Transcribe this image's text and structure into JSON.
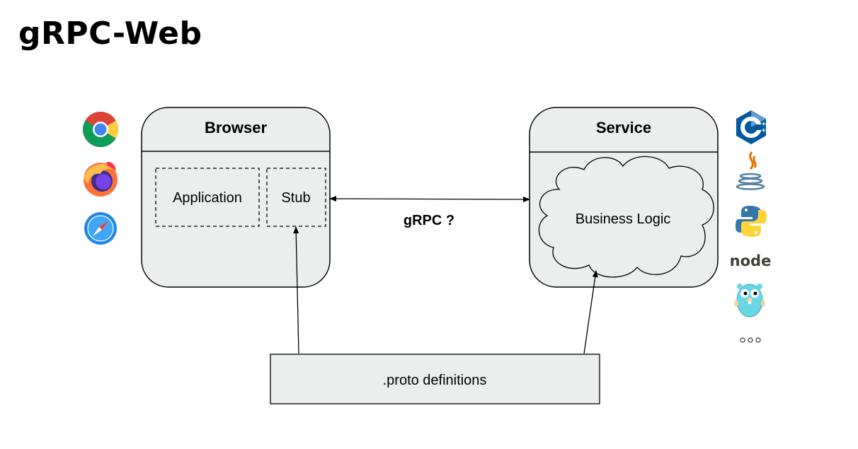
{
  "title": "gRPC-Web",
  "browser": {
    "header": "Browser",
    "application_label": "Application",
    "stub_label": "Stub",
    "icons": [
      "chrome-icon",
      "firefox-icon",
      "safari-icon"
    ]
  },
  "service": {
    "header": "Service",
    "business_logic_label": "Business Logic",
    "icons": [
      "cpp-icon",
      "java-icon",
      "python-icon",
      "node-icon",
      "go-gopher-icon",
      "more-icon"
    ],
    "node_label": "node",
    "more_label": "ooo"
  },
  "connection_label": "gRPC ?",
  "proto_label": ".proto definitions",
  "colors": {
    "box_fill": "#eceeee",
    "stroke": "#000000"
  }
}
